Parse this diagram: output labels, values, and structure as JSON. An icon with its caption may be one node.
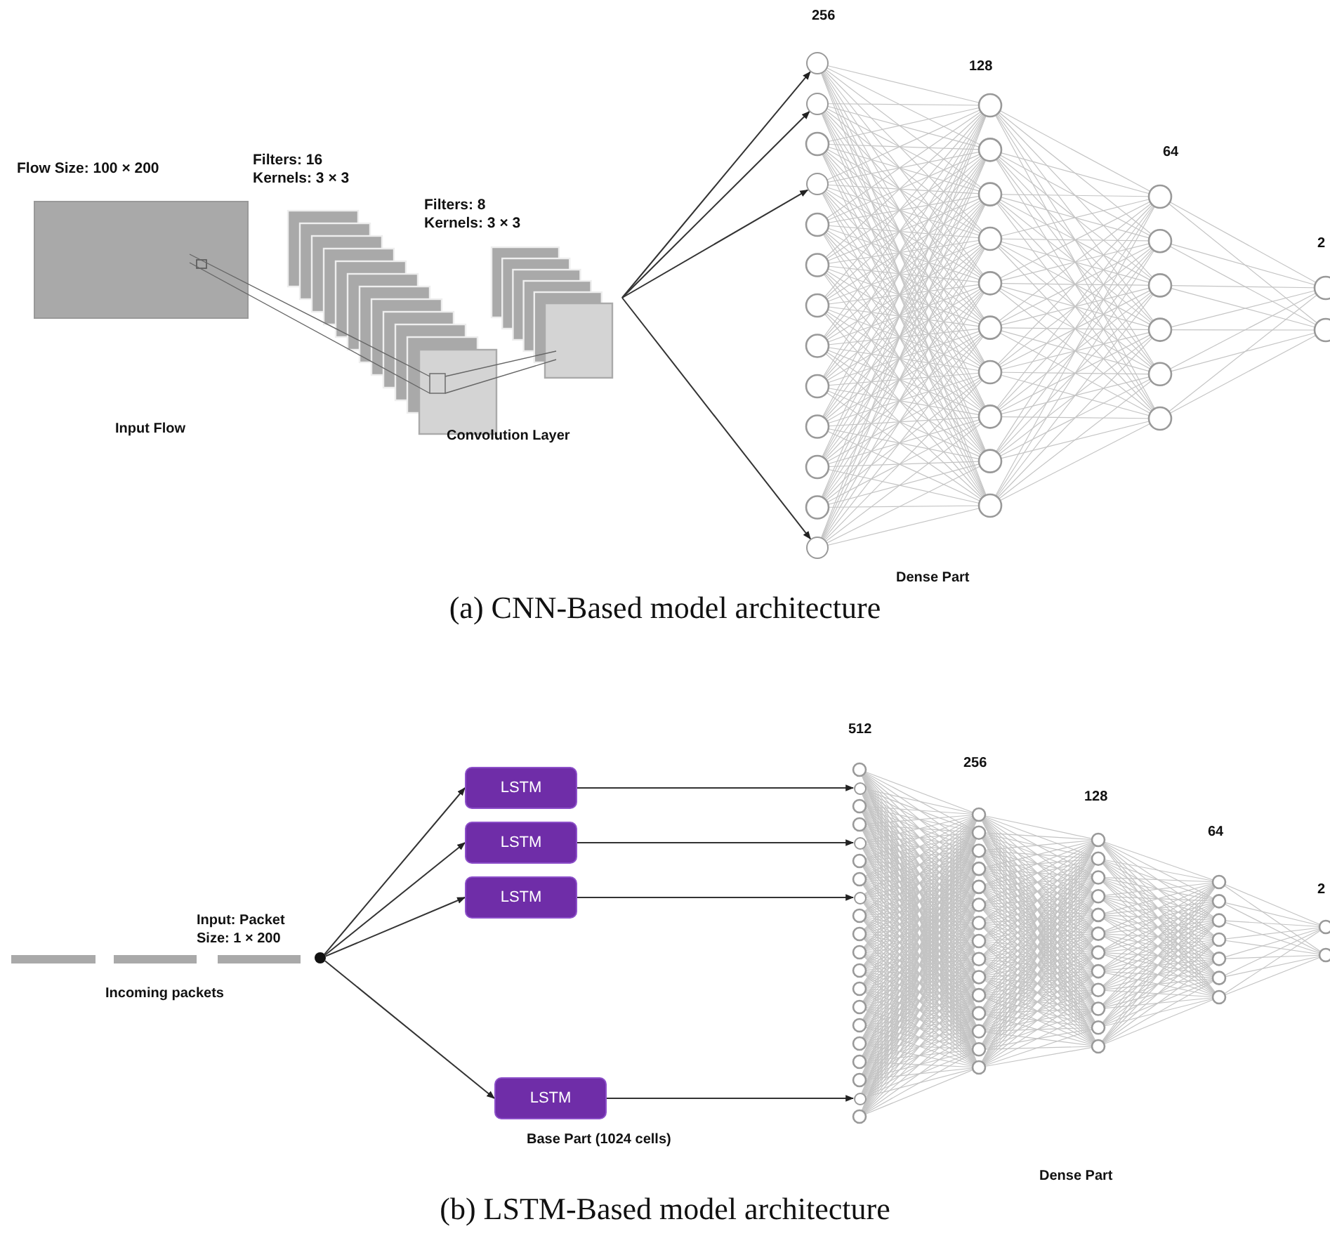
{
  "diagram": {
    "nodes": [
      {
        "text": [
          "Flow Size: 100 × 200"
        ]
      },
      {
        "text": [
          "Filters: 16 Kernels: 3 × 3"
        ]
      },
      {
        "text": [
          "Filters: 8 Kernels: 3 × 3"
        ]
      },
      {
        "text": [],
        "shape": "circle"
      },
      {
        "text": [],
        "shape": "circle"
      },
      {
        "text": [],
        "shape": "circle"
      },
      {
        "text": [],
        "shape": "circle"
      },
      {
        "text": [],
        "shape": "circle",
        "beside": [
          "Input: Packet Size: 1 × 200"
        ]
      },
      {
        "text": [
          "LSTM"
        ]
      },
      {
        "text": [
          "LSTM"
        ]
      },
      {
        "text": [
          "LSTM"
        ]
      },
      {
        "text": [
          "LSTM"
        ]
      },
      {
        "text": [],
        "shape": "circle"
      },
      {
        "text": [],
        "shape": "circle"
      },
      {
        "text": [],
        "shape": "circle"
      },
      {
        "text": [],
        "shape": "circle"
      }
    ],
    "edges": [
      {
        "from": 2,
        "to": 3,
        "arrow": "to"
      },
      {
        "from": 2,
        "to": 4,
        "arrow": "to"
      },
      {
        "from": 2,
        "to": 5,
        "arrow": "to"
      },
      {
        "from": 2,
        "to": 6,
        "arrow": "to"
      },
      {
        "from": 7,
        "to": 8,
        "arrow": "to"
      },
      {
        "from": 7,
        "to": 9,
        "arrow": "to"
      },
      {
        "from": 7,
        "to": 10,
        "arrow": "to"
      },
      {
        "from": 7,
        "to": 11,
        "arrow": "to"
      },
      {
        "from": 8,
        "to": 12,
        "arrow": "to"
      },
      {
        "from": 9,
        "to": 13,
        "arrow": "to"
      },
      {
        "from": 10,
        "to": 14,
        "arrow": "to"
      },
      {
        "from": 11,
        "to": 15,
        "arrow": "to"
      }
    ],
    "labels": [
      "Input Flow",
      "Convolution Layer",
      "256",
      "128",
      "64",
      "2",
      "Dense Part",
      "(a) CNN-Based model architecture",
      "Incoming packets",
      "512",
      "256",
      "128",
      "64",
      "2",
      "Base Part (1024 cells)",
      "Dense Part",
      "(b) LSTM-Based model architecture"
    ]
  }
}
